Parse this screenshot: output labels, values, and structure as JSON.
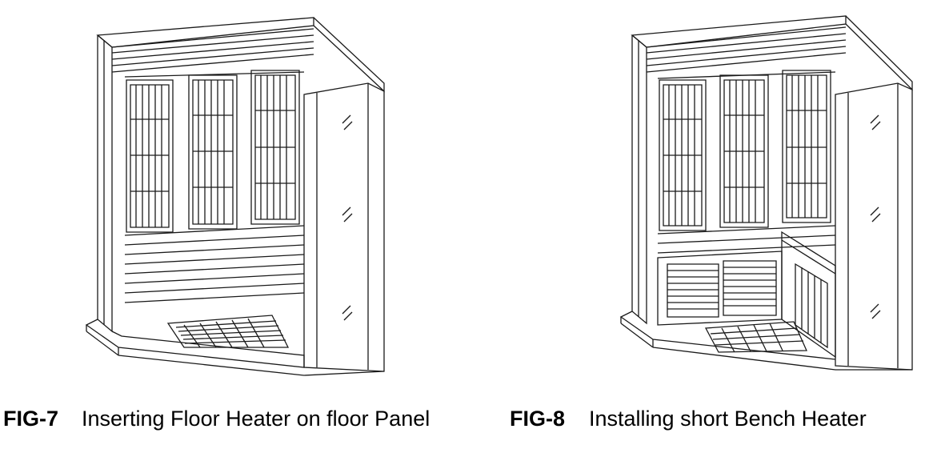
{
  "figures": [
    {
      "id": "FIG-7",
      "label": "FIG-7",
      "caption": "Inserting Floor Heater on floor Panel"
    },
    {
      "id": "FIG-8",
      "label": "FIG-8",
      "caption": "Installing short Bench Heater"
    }
  ],
  "style": {
    "line_color": "#1a1a1a",
    "background": "#ffffff"
  }
}
